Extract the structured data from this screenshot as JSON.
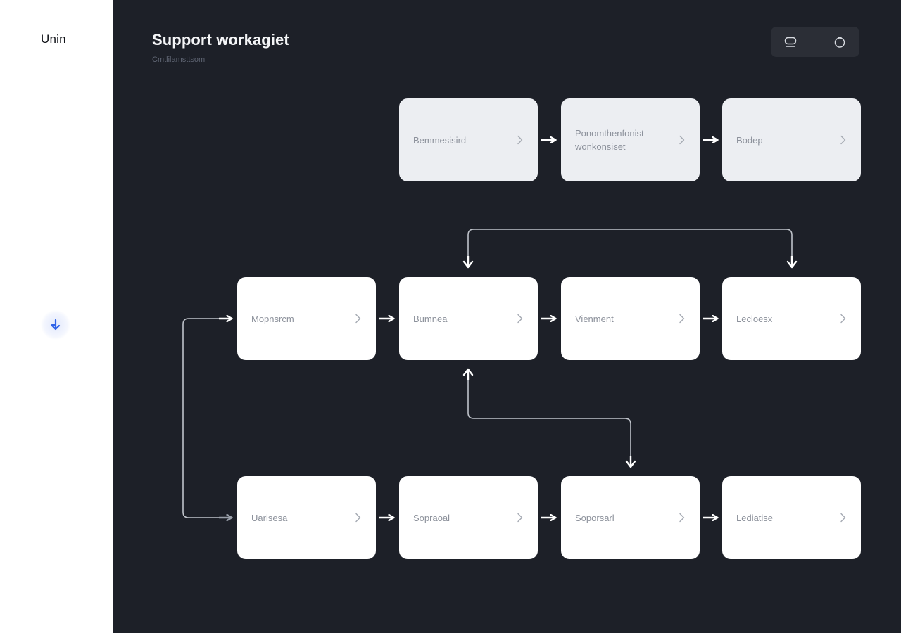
{
  "sidebar": {
    "brand": "Unin",
    "action_icon": "arrow-down-icon",
    "accent": "#2f62e8"
  },
  "header": {
    "title": "Support workagiet",
    "subtitle": "Cmtlilamsttsom"
  },
  "toolbar": {
    "buttons": [
      {
        "icon": "comment-icon"
      },
      {
        "icon": "circle-icon"
      }
    ]
  },
  "diagram": {
    "rows": [
      {
        "style": "muted",
        "nodes": [
          {
            "id": "n1",
            "label": "Bemmesisird"
          },
          {
            "id": "n2",
            "label": "Ponomthenfonist\nwonkonsiset"
          },
          {
            "id": "n3",
            "label": "Bodep"
          }
        ]
      },
      {
        "style": "white",
        "nodes": [
          {
            "id": "n4",
            "label": "Mopnsrcm"
          },
          {
            "id": "n5",
            "label": "Bumnea"
          },
          {
            "id": "n6",
            "label": "Vienment"
          },
          {
            "id": "n7",
            "label": "Lecloesx"
          }
        ]
      },
      {
        "style": "white",
        "nodes": [
          {
            "id": "n8",
            "label": "Uarisesa"
          },
          {
            "id": "n9",
            "label": "Sopraoal"
          },
          {
            "id": "n10",
            "label": "Soporsarl"
          },
          {
            "id": "n11",
            "label": "Lediatise"
          }
        ]
      }
    ],
    "colors": {
      "node": "#ffffff",
      "node_muted": "#eceef2",
      "connector": "#bfc3ca",
      "arrow": "#ffffff"
    }
  }
}
